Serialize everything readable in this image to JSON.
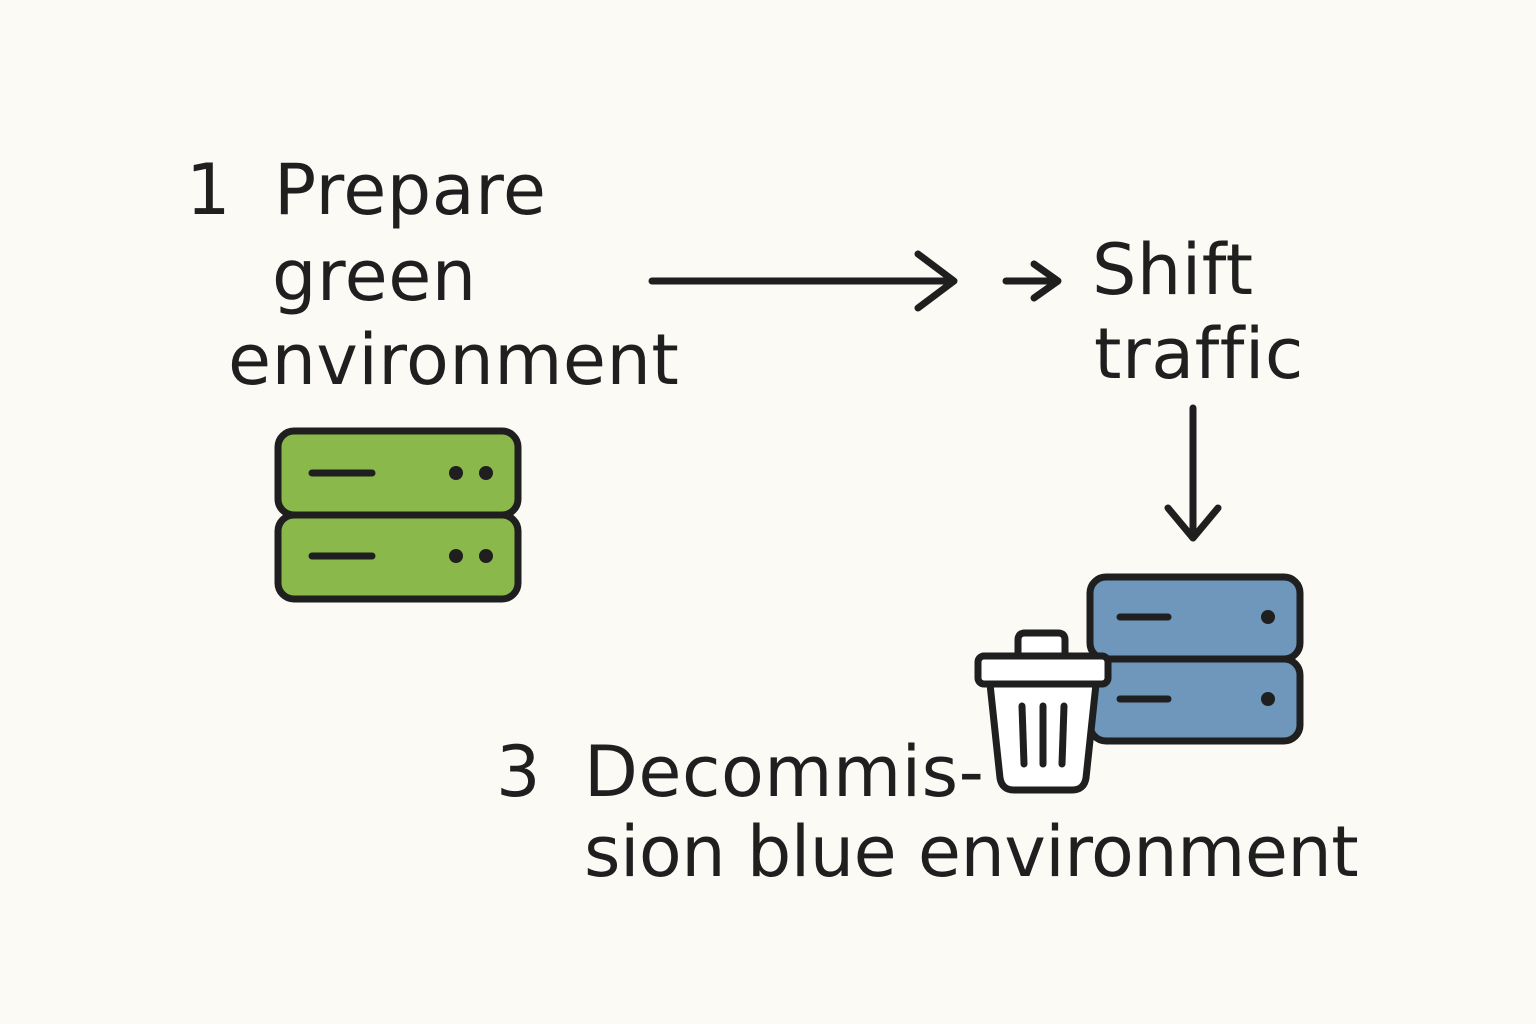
{
  "colors": {
    "background": "#fbfaf5",
    "ink": "#1f1f1f",
    "green": "#8bb84a",
    "blue": "#6f96bb",
    "white": "#ffffff"
  },
  "steps": [
    {
      "number": "1",
      "lines": [
        "Prepare",
        "green",
        "environment"
      ],
      "icon": "green-server-stack-icon"
    },
    {
      "lines": [
        "Shift",
        "traffic"
      ]
    },
    {
      "number": "3",
      "lines": [
        "Decommis-",
        "sion blue environment"
      ],
      "icons": [
        "trash-can-icon",
        "blue-server-stack-icon"
      ]
    }
  ]
}
